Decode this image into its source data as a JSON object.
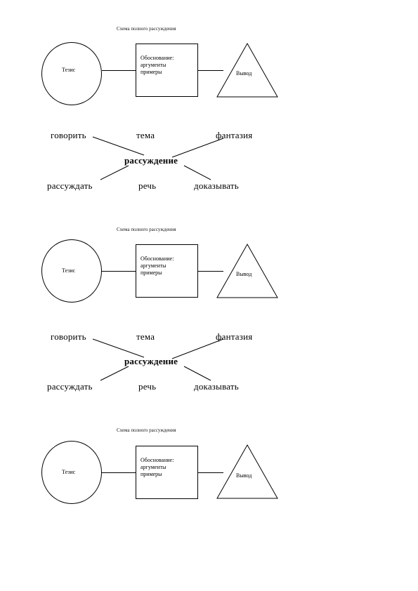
{
  "blocks": [
    {
      "title": "Схема полного рассуждения",
      "circle_label": "Тезис",
      "box_lines": [
        "Обоснование:",
        "аргументы",
        "примеры"
      ],
      "triangle_label": "Вывод",
      "words": {
        "w1": "говорить",
        "w2": "тема",
        "w3": "фантазия",
        "center": "рассуждение",
        "w4": "рассуждать",
        "w5": "речь",
        "w6": "доказывать"
      }
    },
    {
      "title": "Схема полного рассуждения",
      "circle_label": "Тезис",
      "box_lines": [
        "Обоснование:",
        "аргументы",
        "примеры"
      ],
      "triangle_label": "Вывод",
      "words": {
        "w1": "говорить",
        "w2": "тема",
        "w3": "фантазия",
        "center": "рассуждение",
        "w4": "рассуждать",
        "w5": "речь",
        "w6": "доказывать"
      }
    },
    {
      "title": "Схема полного рассуждения",
      "circle_label": "Тезис",
      "box_lines": [
        "Обоснование:",
        "аргументы",
        "примеры"
      ],
      "triangle_label": "Вывод"
    }
  ]
}
